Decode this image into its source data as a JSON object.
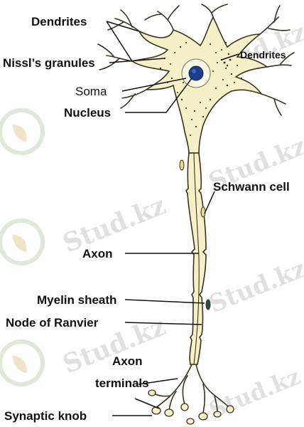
{
  "labels": {
    "dendrites_left": "Dendrites",
    "nissl_granules": "Nissl’s granules",
    "soma": "Soma",
    "nucleus": "Nucleus",
    "dendrites_right": "Dendrites",
    "schwann_cell": "Schwann cell",
    "axon": "Axon",
    "myelin_sheath": "Myelin sheath",
    "node_of_ranvier": "Node of Ranvier",
    "axon_terminals_line1": "Axon",
    "axon_terminals_line2": "terminals",
    "synaptic_knob": "Synaptic knob"
  },
  "watermark": {
    "text": "Stud.kz"
  },
  "colors": {
    "cell_fill": "#f6f0c8",
    "outline": "#3a3320",
    "nucleus": "#1c3f8c",
    "label_text": "#111111"
  }
}
